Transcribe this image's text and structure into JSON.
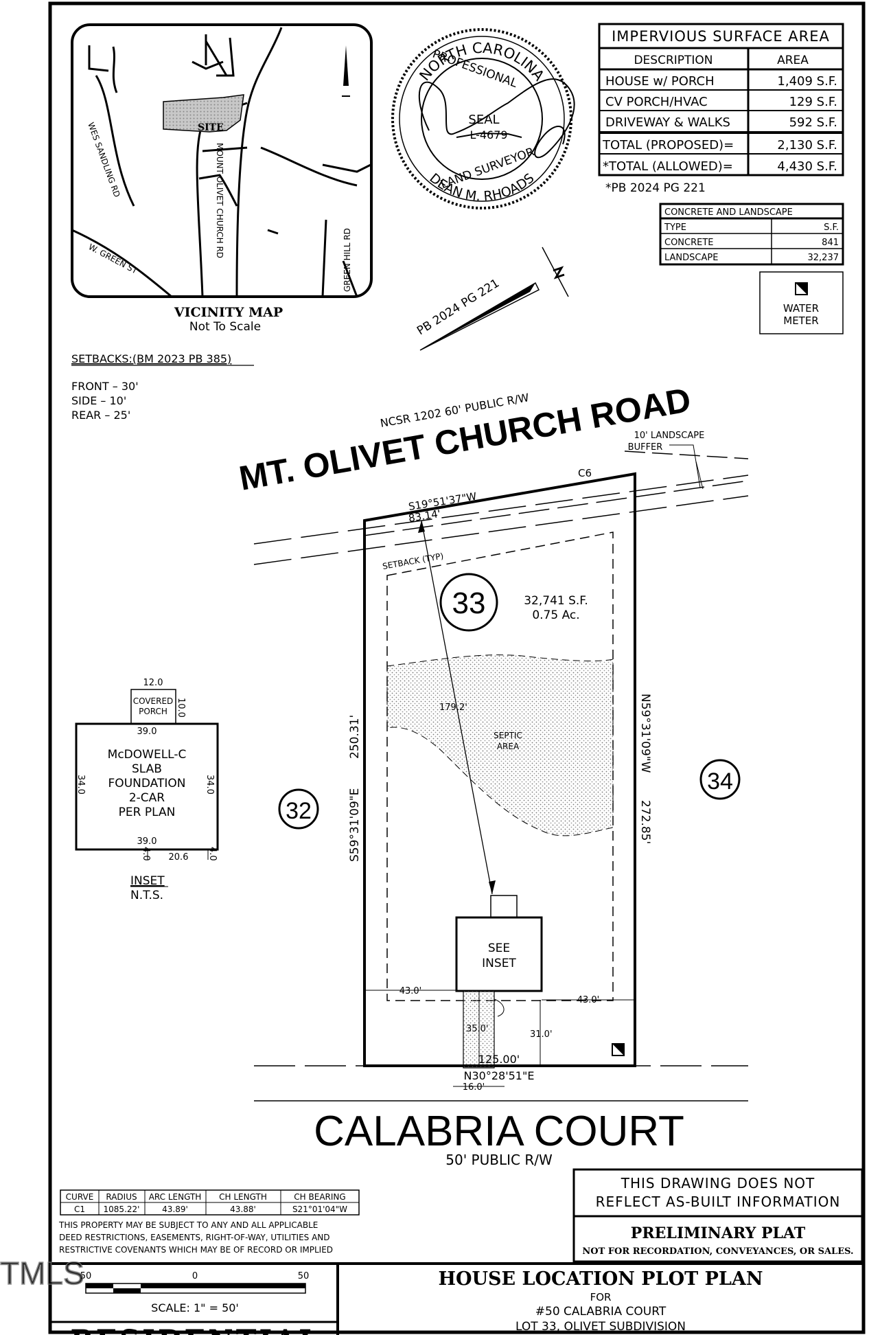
{
  "vicinity_map": {
    "title": "VICINITY MAP",
    "subtitle": "Not To Scale",
    "site_label": "SITE",
    "roads": [
      "WES SANDLING RD",
      "MOUNT OLIVET CHURCH RD",
      "W. GREEN ST",
      "GREEN HILL RD"
    ]
  },
  "seal": {
    "top_text": "NORTH CAROLINA",
    "professional": "PROFESSIONAL",
    "seal_word": "SEAL",
    "number": "L-4679",
    "land_surveyor": "LAND SURVEYOR",
    "name": "DEAN M. RHOADS"
  },
  "impervious_table": {
    "title": "IMPERVIOUS SURFACE AREA",
    "col_description": "DESCRIPTION",
    "col_area": "AREA",
    "rows": [
      {
        "description": "HOUSE w/ PORCH",
        "area": "1,409 S.F."
      },
      {
        "description": "CV PORCH/HVAC",
        "area": "129 S.F."
      },
      {
        "description": "DRIVEWAY & WALKS",
        "area": "592 S.F."
      }
    ],
    "totals": [
      {
        "description": "TOTAL (PROPOSED)=",
        "area": "2,130 S.F."
      },
      {
        "description": "*TOTAL (ALLOWED)=",
        "area": "4,430 S.F."
      }
    ],
    "footnote": "*PB 2024 PG 221"
  },
  "landscape_table": {
    "title": "CONCRETE AND LANDSCAPE",
    "col_type": "TYPE",
    "col_sf": "S.F.",
    "rows": [
      {
        "type": "CONCRETE",
        "sf": "841"
      },
      {
        "type": "LANDSCAPE",
        "sf": "32,237"
      }
    ]
  },
  "water_meter": {
    "line1": "WATER",
    "line2": "METER"
  },
  "north_ref": "PB 2024 PG 221",
  "setbacks": {
    "title": "SETBACKS:(BM 2023 PB 385)",
    "front": "FRONT – 30'",
    "side": "SIDE – 10'",
    "rear": "REAR – 25'"
  },
  "road_north": {
    "name": "MT. OLIVET CHURCH ROAD",
    "rw": "NCSR 1202 60' PUBLIC R/W",
    "buffer_line1": "10' LANDSCAPE",
    "buffer_line2": "BUFFER"
  },
  "lot": {
    "number": "33",
    "area_sf": "32,741 S.F.",
    "area_ac": "0.75 Ac.",
    "setback_label": "SETBACK (TYP)",
    "curve_id": "C6",
    "front_bearing": "S19°51'37\"W",
    "front_distance": "83.14'",
    "west_bearing": "S59°31'09\"E",
    "west_distance": "250.31'",
    "east_bearing": "N59°31'09\"W",
    "east_distance": "272.85'",
    "rear_distance": "125.00'",
    "rear_bearing": "N30°28'51\"E",
    "diagonal": "179.2'",
    "septic_line1": "SEPTIC",
    "septic_line2": "AREA",
    "see_inset_line1": "SEE",
    "see_inset_line2": "INSET",
    "dim_left": "43.0'",
    "dim_right": "43.0'",
    "dim_drive": "35.0'",
    "dim_rear": "31.0'",
    "dim_drive_width": "16.0'"
  },
  "neighbors": {
    "left": "32",
    "right": "34"
  },
  "inset": {
    "porch_width": "12.0",
    "porch_depth": "10.0",
    "porch_line1": "COVERED",
    "porch_line2": "PORCH",
    "top_width": "39.0",
    "bottom_width": "39.0",
    "left_depth": "34.0",
    "right_depth": "34.0",
    "small_left": "4.0",
    "small_right": "4.0",
    "garage_width": "20.6",
    "house_lines": [
      "McDOWELL-C",
      "SLAB",
      "FOUNDATION",
      "2-CAR",
      "PER PLAN"
    ],
    "label": "INSET",
    "nts": "N.T.S."
  },
  "road_south": {
    "name": "CALABRIA COURT",
    "rw": "50' PUBLIC R/W"
  },
  "curve_table": {
    "headers": [
      "CURVE",
      "RADIUS",
      "ARC LENGTH",
      "CH LENGTH",
      "CH BEARING"
    ],
    "row": [
      "C1",
      "1085.22'",
      "43.89'",
      "43.88'",
      "S21°01'04\"W"
    ]
  },
  "property_note": [
    "THIS PROPERTY MAY BE SUBJECT TO ANY AND ALL APPLICABLE",
    "DEED RESTRICTIONS, EASEMENTS, RIGHT-OF-WAY, UTILITIES AND",
    "RESTRICTIVE COVENANTS WHICH MAY BE OF RECORD OR IMPLIED"
  ],
  "as_built_note": [
    "THIS DRAWING DOES NOT",
    "REFLECT AS-BUILT INFORMATION"
  ],
  "preliminary": {
    "title": "PRELIMINARY PLAT",
    "subtitle": "NOT FOR RECORDATION, CONVEYANCES, OR SALES."
  },
  "scale_bar": {
    "ticks": [
      "50",
      "0",
      "50"
    ],
    "label": "SCALE: 1\" = 50'"
  },
  "title_block": {
    "title": "HOUSE LOCATION PLOT PLAN",
    "for": "FOR",
    "address": "#50 CALABRIA COURT",
    "lot": "LOT 33, OLIVET SUBDIVISION"
  },
  "bottom_left_title": "RESIDENTIAL",
  "watermark": "TMLS"
}
